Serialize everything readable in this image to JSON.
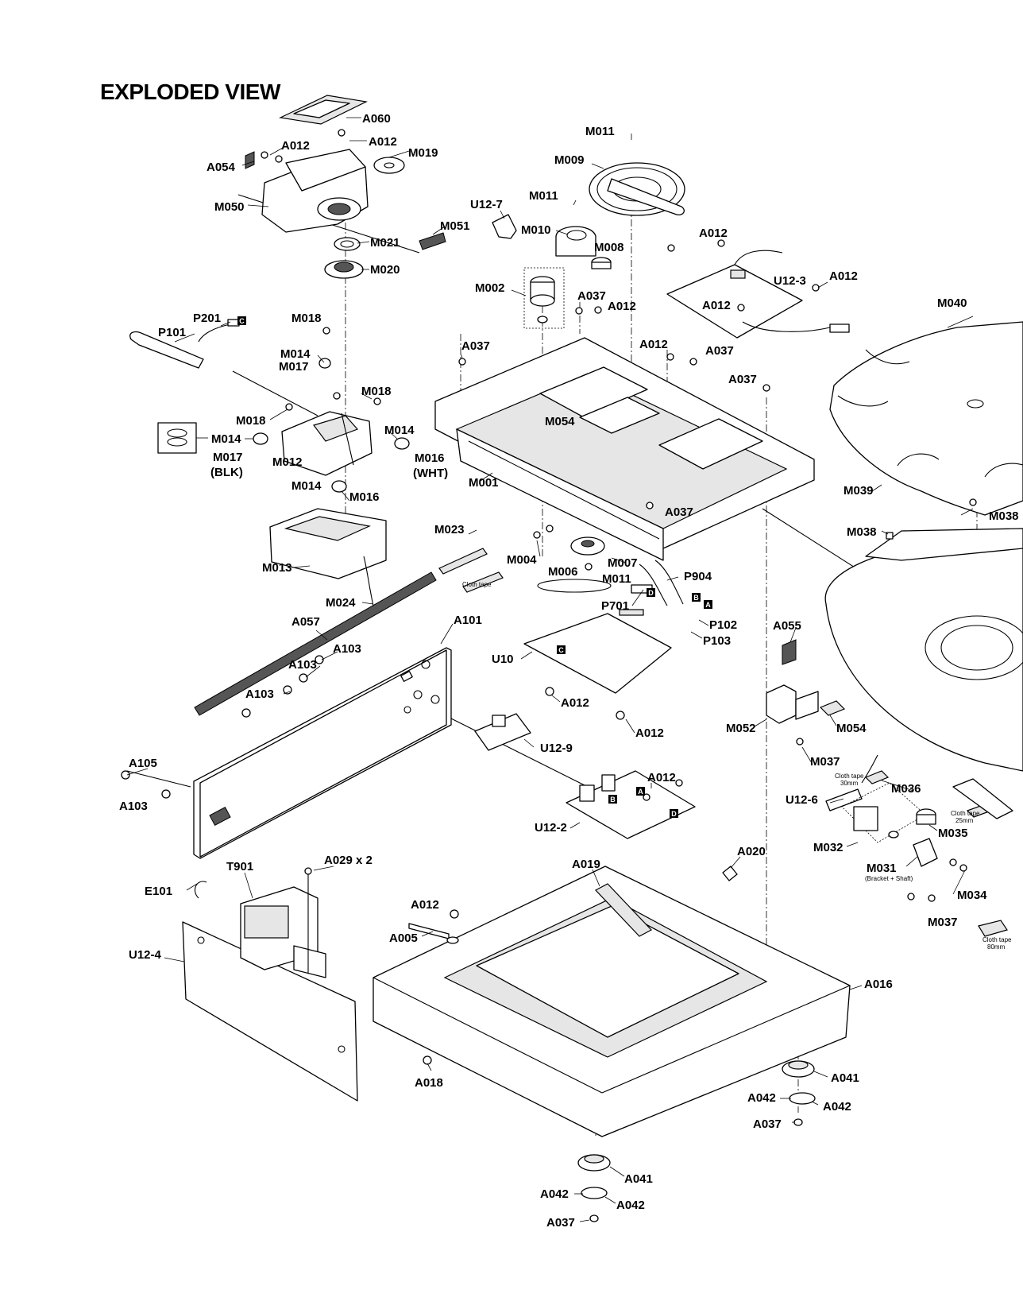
{
  "title": "EXPLODED VIEW",
  "parts": {
    "A060": "A060",
    "A012": "A012",
    "M019": "M019",
    "A054": "A054",
    "M050": "M050",
    "M051": "M051",
    "M021": "M021",
    "M020": "M020",
    "M011": "M011",
    "M009": "M009",
    "U12_7": "U12-7",
    "M010": "M010",
    "M008": "M008",
    "M002": "M002",
    "A037": "A037",
    "U12_3": "U12-3",
    "M040": "M040",
    "P201": "P201",
    "P101": "P101",
    "M018": "M018",
    "M014": "M014",
    "M017": "M017",
    "M017_BLK": "M017",
    "BLK": "(BLK)",
    "M012": "M012",
    "M016_WHT": "M016",
    "WHT": "(WHT)",
    "M054": "M054",
    "M001": "M001",
    "M039": "M039",
    "M038": "M038",
    "M016": "M016",
    "M023": "M023",
    "M004": "M004",
    "M007": "M007",
    "M006": "M006",
    "M013": "M013",
    "P904": "P904",
    "M024": "M024",
    "P701": "P701",
    "A057": "A057",
    "A101": "A101",
    "P102": "P102",
    "P103": "P103",
    "A055": "A055",
    "A103": "A103",
    "U10": "U10",
    "M052": "M052",
    "U12_9": "U12-9",
    "A105": "A105",
    "M037": "M037",
    "U12_6": "U12-6",
    "M036": "M036",
    "U12_2": "U12-2",
    "M035": "M035",
    "M032": "M032",
    "M031": "M031",
    "A020": "A020",
    "T901": "T901",
    "A029x2": "A029 x 2",
    "A019": "A019",
    "M034": "M034",
    "E101": "E101",
    "U12_4": "U12-4",
    "A005": "A005",
    "A016": "A016",
    "A018": "A018",
    "A041": "A041",
    "A042": "A042"
  },
  "notes": {
    "cloth_tape": "Cloth tape",
    "cloth_tape_30": "Cloth tape",
    "cloth_tape_30_len": "30mm",
    "cloth_tape_25": "Cloth tape",
    "cloth_tape_25_len": "25mm",
    "cloth_tape_80": "Cloth tape",
    "cloth_tape_80_len": "80mm",
    "bracket_shaft": "(Bracket + Shaft)"
  },
  "connector_badges": {
    "A": "A",
    "B": "B",
    "C": "C",
    "D": "D"
  }
}
